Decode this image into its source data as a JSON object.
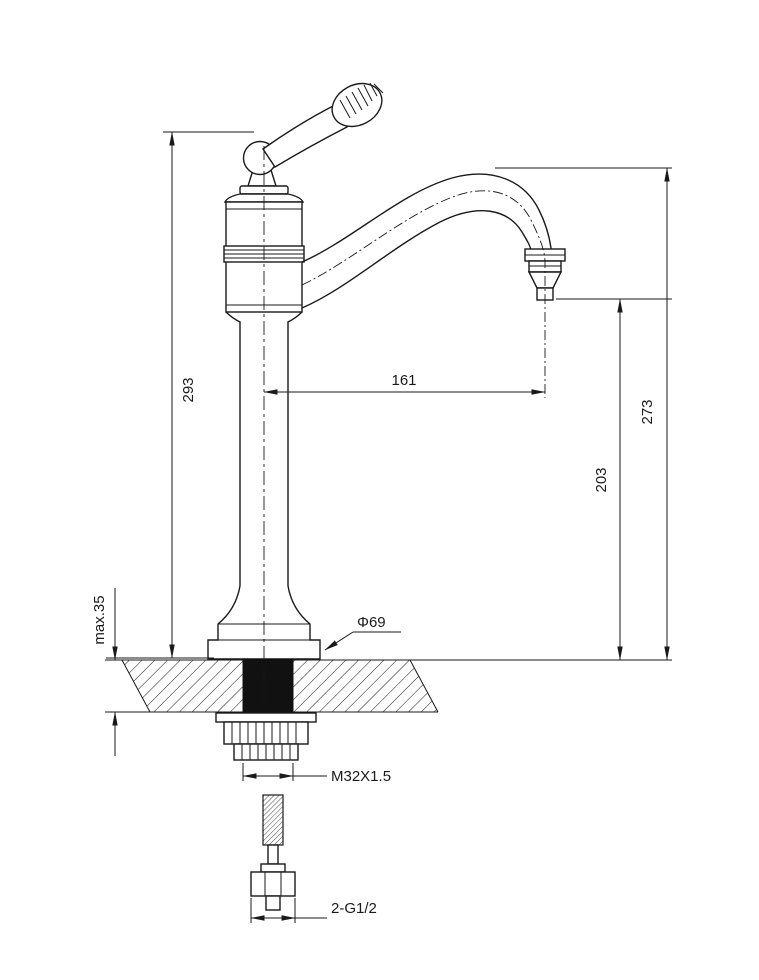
{
  "drawing": {
    "background": "#ffffff",
    "line_color": "#1a1a1a",
    "labels": {
      "total_height": "293",
      "max_deck": "max.35",
      "spout_reach": "161",
      "outlet_height": "203",
      "spout_height": "273",
      "base_diameter": "Φ69",
      "mounting_thread": "M32X1.5",
      "inlet_connection": "2-G1/2"
    }
  }
}
